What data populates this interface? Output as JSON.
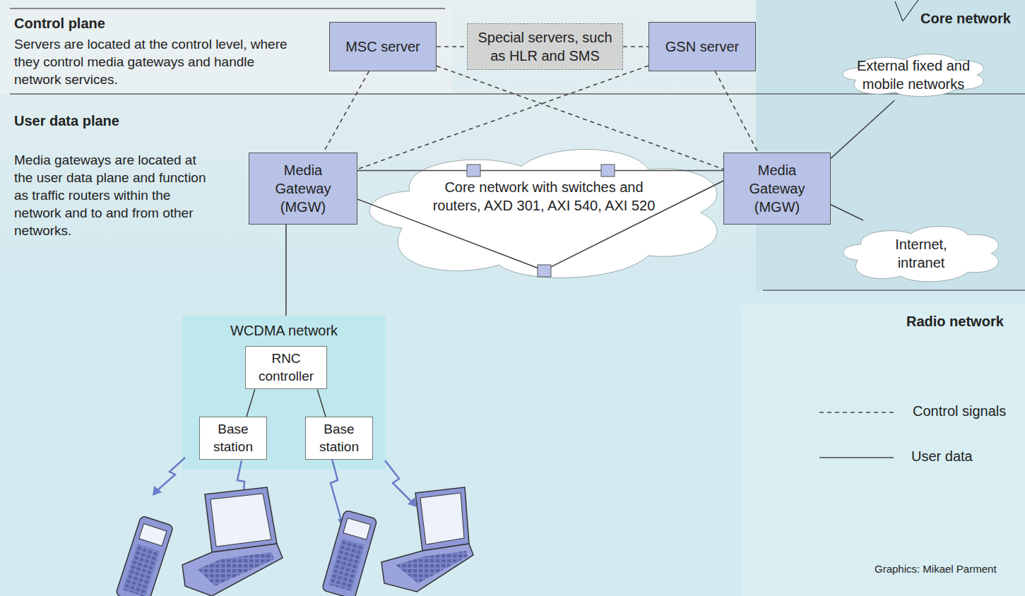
{
  "diagram": {
    "nodes": [
      {
        "text": [
          "MSC server"
        ]
      },
      {
        "text": [
          "Special servers, such as HLR and SMS"
        ]
      },
      {
        "text": [
          "GSN server"
        ]
      },
      {
        "text": [
          "Media Gateway (MGW)"
        ]
      },
      {
        "text": [
          "Media Gateway (MGW)"
        ]
      },
      {
        "text": [
          "Core network with switches and routers, AXD 301, AXI 540, AXI 520"
        ]
      },
      {
        "text": [
          "External fixed and mobile networks"
        ]
      },
      {
        "text": [
          "Internet, intranet"
        ]
      },
      {
        "text": [
          "WCDMA network"
        ]
      },
      {
        "text": [
          "RNC controller"
        ],
        "in": 8
      },
      {
        "text": [
          "Base station"
        ],
        "in": 8
      },
      {
        "text": [
          "Base station"
        ],
        "in": 8
      }
    ],
    "edges": [
      {
        "from": 0,
        "to": 1,
        "arrow": "none"
      },
      {
        "from": 1,
        "to": 2,
        "arrow": "none"
      },
      {
        "from": 0,
        "to": 3,
        "arrow": "none"
      },
      {
        "from": 0,
        "to": 4,
        "arrow": "none"
      },
      {
        "from": 2,
        "to": 3,
        "arrow": "none"
      },
      {
        "from": 2,
        "to": 4,
        "arrow": "none"
      },
      {
        "from": 3,
        "to": 4,
        "arrow": "none"
      },
      {
        "from": 4,
        "to": 6,
        "arrow": "none"
      },
      {
        "from": 4,
        "to": 7,
        "arrow": "none"
      },
      {
        "from": 3,
        "to": 8,
        "arrow": "none"
      },
      {
        "from": 9,
        "to": 10,
        "arrow": "none"
      },
      {
        "from": 9,
        "to": 11,
        "arrow": "none"
      }
    ],
    "labels": [
      "Control plane",
      "Servers are located at the control level, where they control media gateways and handle network services.",
      "User data plane",
      "Media gateways are located at the user data plane and function as traffic routers within the network and to and from other networks.",
      "Core network",
      "Radio network",
      "Graphics: Mikael Parment"
    ],
    "legend": [
      {
        "text": "Control signals"
      },
      {
        "text": "User data"
      }
    ]
  }
}
